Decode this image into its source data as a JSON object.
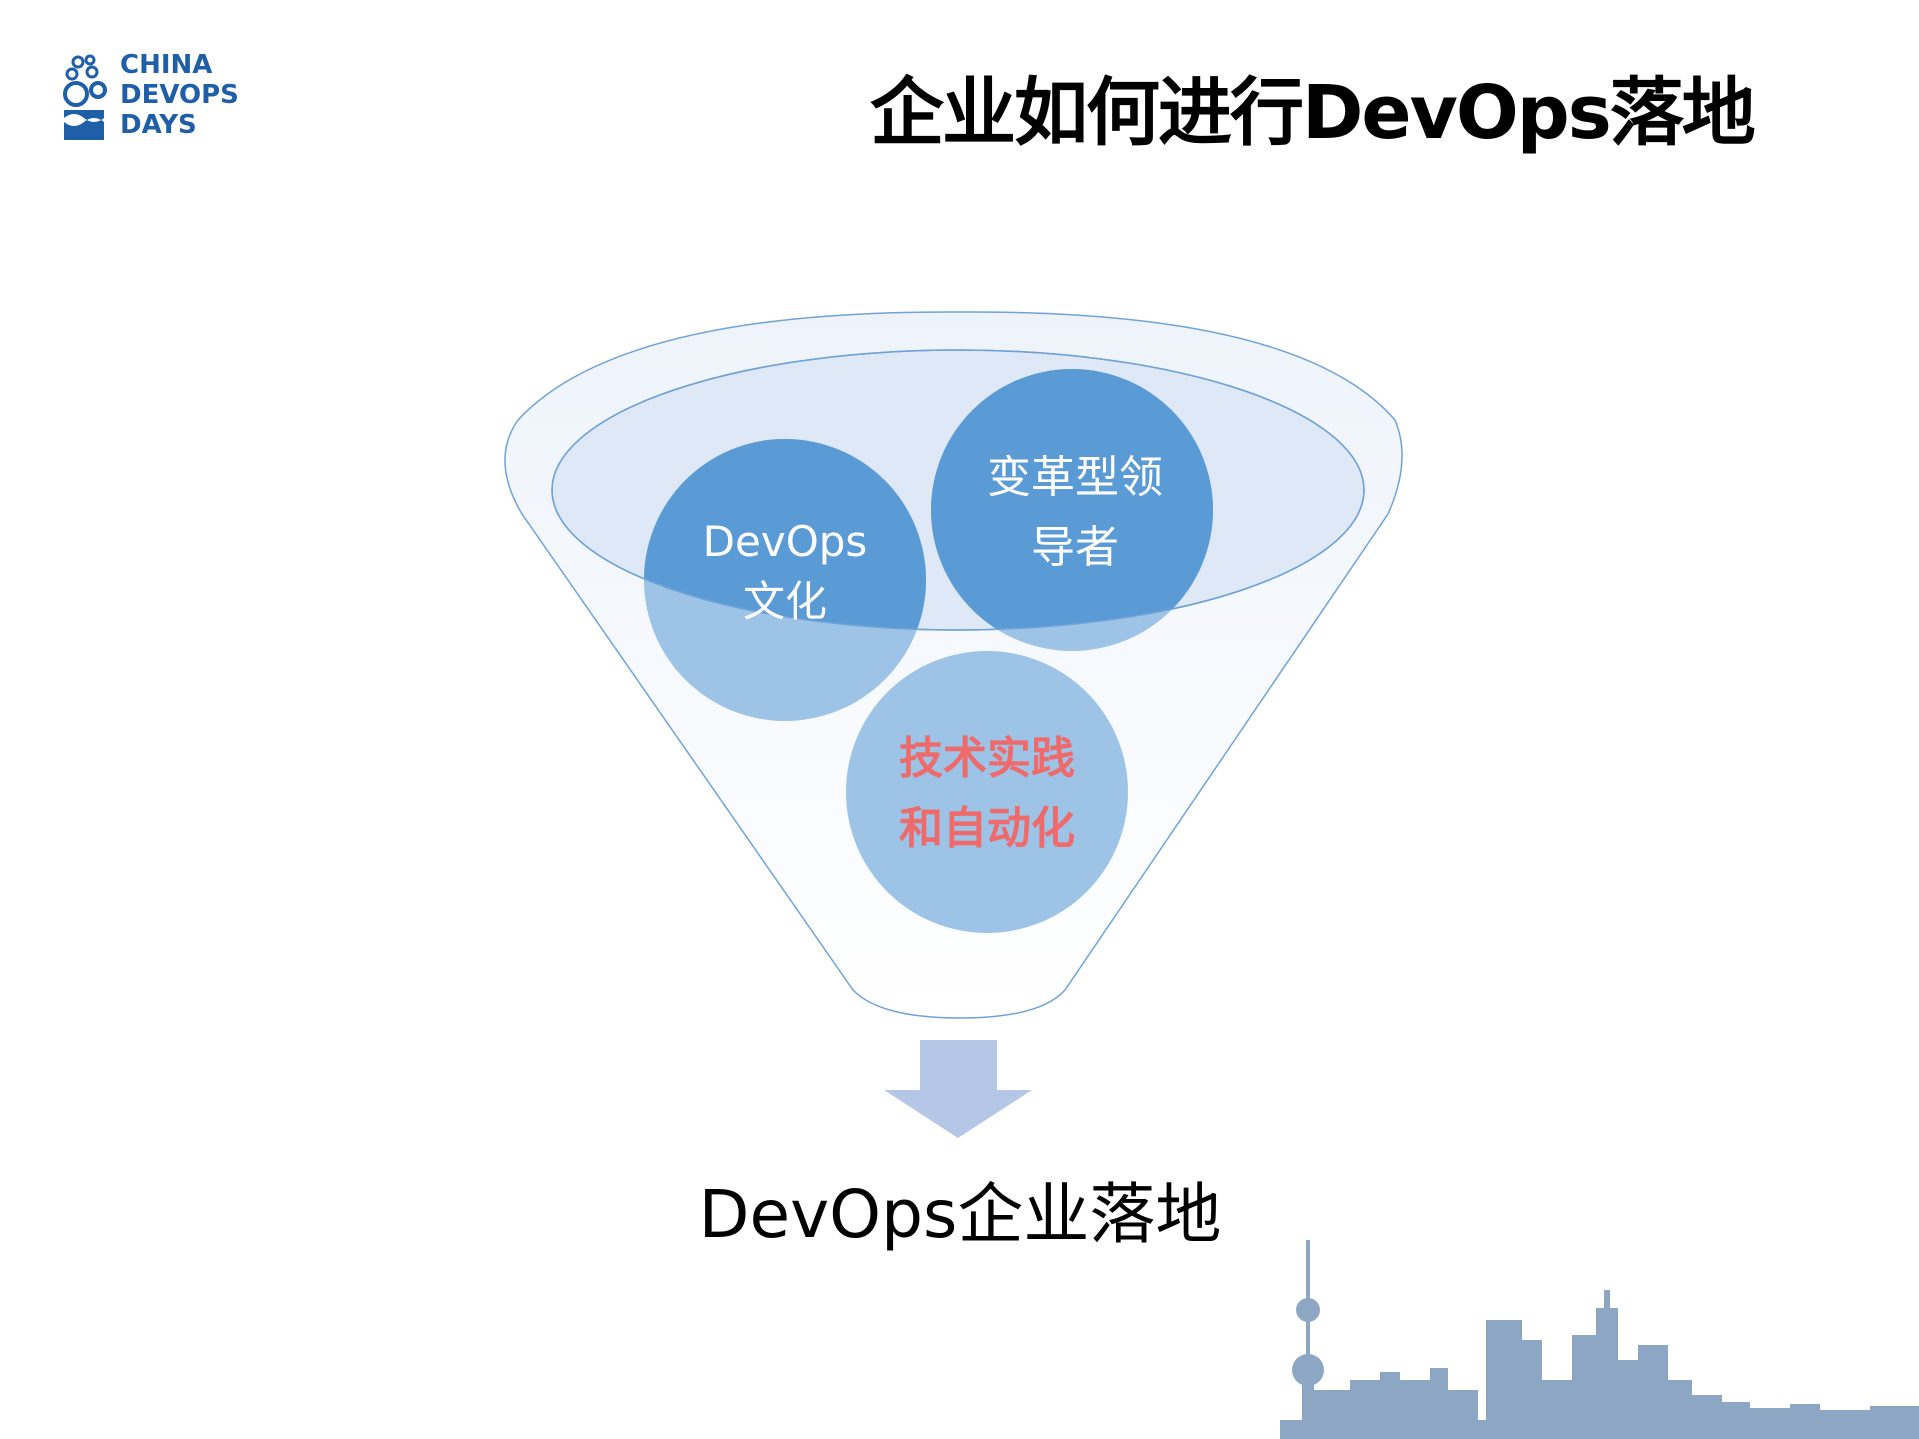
{
  "logo": {
    "lines": [
      "CHINA",
      "DEVOPS",
      "DAYS"
    ]
  },
  "title": "企业如何进行DevOps落地",
  "funnel": {
    "circles": [
      {
        "id": "culture",
        "lines": [
          "DevOps",
          "文化"
        ]
      },
      {
        "id": "leader",
        "lines": [
          "变革型领",
          "导者"
        ]
      },
      {
        "id": "tech",
        "lines": [
          "技术实践",
          "和自动化"
        ]
      }
    ]
  },
  "outcome": "DevOps企业落地",
  "colors": {
    "logo_blue": "#1f5fa8",
    "circle_blue": "#5b9bd5",
    "circle_light": "#9dc3e6",
    "funnel_fill": "#e8eef8",
    "funnel_stroke": "#6fa3d8",
    "arrow": "#b4c7e7",
    "highlight_text": "#ef6a6a",
    "skyline": "#8da6c3"
  }
}
